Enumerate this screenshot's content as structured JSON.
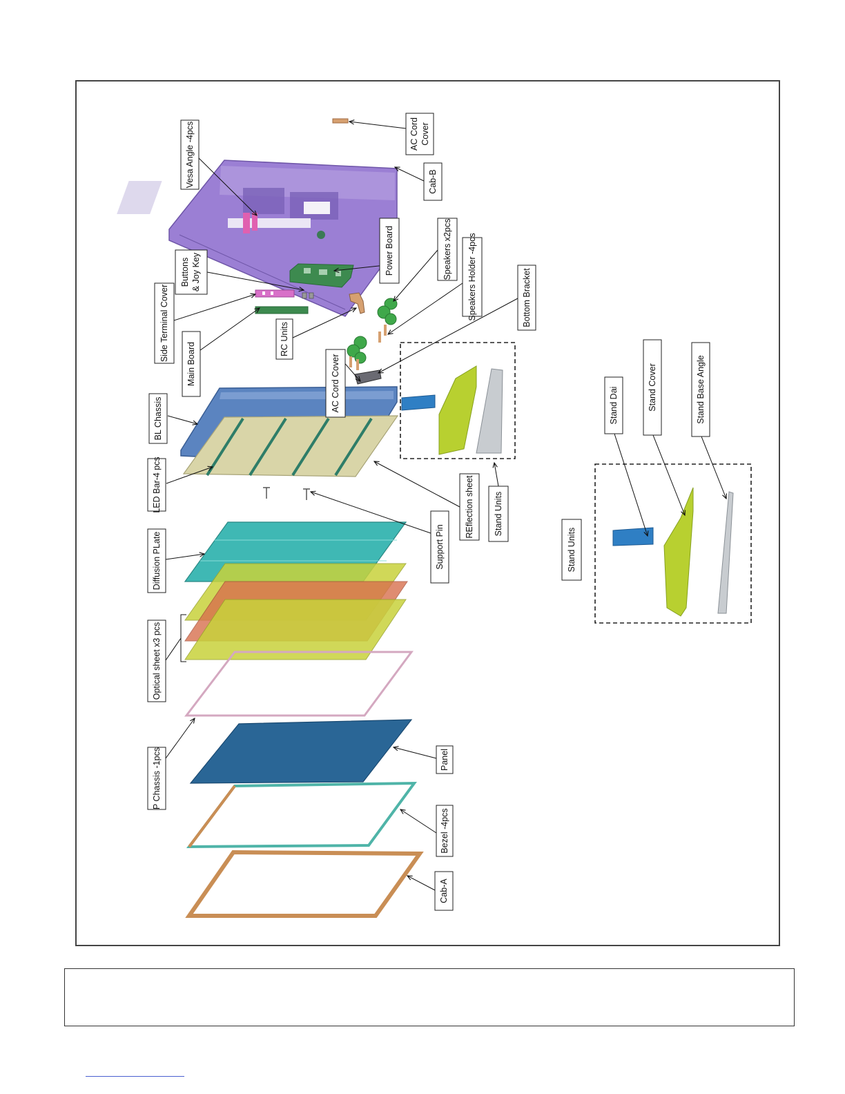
{
  "callouts": {
    "ac_cord_cover_top": [
      "AC Cord",
      "Cover"
    ],
    "cab_b": "Cab-B",
    "vesa_angle": "Vesa Angle -4pcs",
    "buttons_joy_key": [
      "Buttons",
      "& Joy Key"
    ],
    "side_terminal_cover": "Side Terminal Cover",
    "power_board": "Power Board",
    "speakers": "Speakers x2pcs",
    "speakers_holder": "Speakers Holder -4pcs",
    "main_board": "Main Board",
    "rc_units": "RC Units",
    "bottom_bracket": "Bottom Bracket",
    "bl_chassis": "BL Chassis",
    "ac_cord_cover_mid": "AC Cord Cover",
    "led_bar": "LED Bar-4 pcs",
    "reflection_sheet": "REflection sheet",
    "stand_units_upper": "Stand Units",
    "diffusion_plate": "Diffusion PLate",
    "support_pin": "Support Pin",
    "optical_sheet": "Optical sheet x3 pcs",
    "p_chassis": "P Chassis -1pcs",
    "panel": "Panel",
    "bezel": "Bezel -4pcs",
    "cab_a": "Cab-A",
    "stand_dai": "Stand Dai",
    "stand_cover": "Stand Cover",
    "stand_base_angle": "Stand Base Angle",
    "stand_units_lower": "Stand Units"
  },
  "colors": {
    "cabinet_b": "#9b7fd4",
    "bl_chassis": "#5b84c0",
    "reflection": "#d9d5a8",
    "diffusion": "#3fb8b4",
    "optical_yellow": "#c8d23c",
    "optical_red": "#d8704e",
    "panel": "#2a6696",
    "frame_copper": "#c98e55",
    "bezel_teal": "#4fb4a8",
    "pcb_green": "#3d8a4f",
    "stand_yellow": "#b8d030",
    "stand_blue": "#2f7fc4",
    "stand_grey": "#c8ccd0",
    "pink_cover": "#d870c8"
  }
}
